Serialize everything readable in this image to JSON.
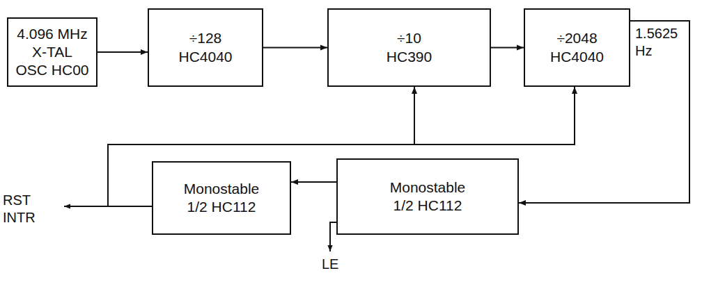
{
  "diagram": {
    "nodes": [
      {
        "text": [
          "4.096 MHz X-TAL OSC HC00"
        ]
      },
      {
        "text": [
          "÷128",
          "HC4040"
        ]
      },
      {
        "text": [
          "÷10",
          "HC390"
        ]
      },
      {
        "text": [
          "÷2048",
          "HC4040"
        ]
      },
      {
        "text": [
          "Monostable 1/2 HC112"
        ]
      },
      {
        "text": [
          "Monostable 1/2 HC112"
        ]
      }
    ],
    "edges": [
      {
        "from": 0,
        "to": 1,
        "arrow": "to"
      },
      {
        "from": 1,
        "to": 2,
        "arrow": "to"
      },
      {
        "from": 2,
        "to": 3,
        "arrow": "to"
      },
      {
        "from": 3,
        "to": 5,
        "arrow": "to"
      },
      {
        "from": 5,
        "to": 4,
        "arrow": "to"
      },
      {
        "from": 4,
        "to": 2,
        "arrow": "to"
      },
      {
        "from": 4,
        "to": 3,
        "arrow": "to"
      }
    ],
    "labels": [
      "1.5625 Hz",
      "RST INTR",
      "LE"
    ]
  }
}
